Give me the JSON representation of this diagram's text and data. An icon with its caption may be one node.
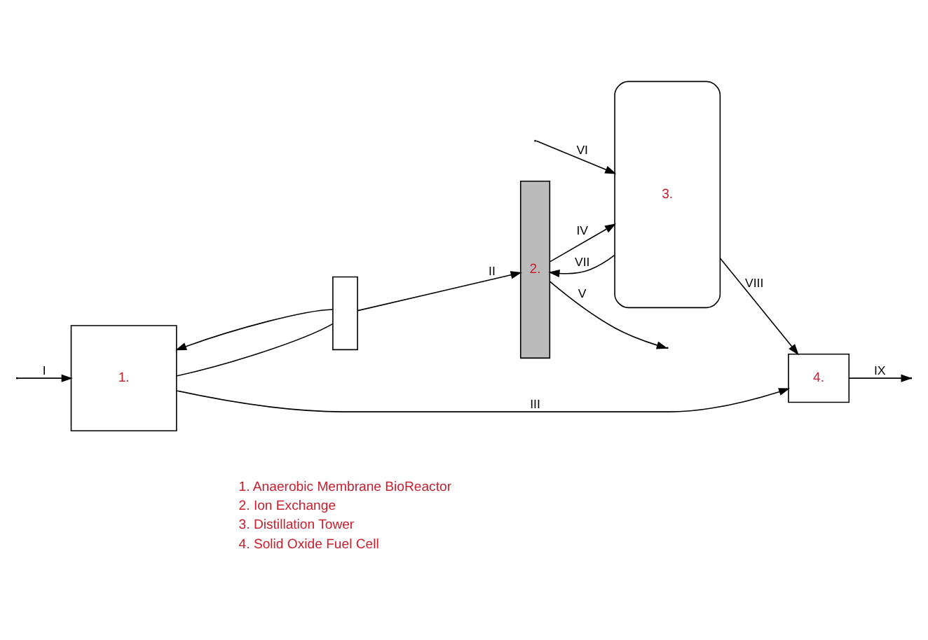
{
  "diagram": {
    "nodes": [
      {
        "text": [
          "1."
        ]
      },
      {
        "text": [],
        "shape": "box"
      },
      {
        "text": [
          "2."
        ]
      },
      {
        "text": [
          "3."
        ]
      },
      {
        "text": [
          "4."
        ]
      }
    ],
    "edges": [
      {
        "from": null,
        "to": 0,
        "arrow": "to",
        "label": "I"
      },
      {
        "from": 0,
        "to": 4,
        "arrow": "to",
        "label": "III"
      },
      {
        "from": 0,
        "to": 1,
        "arrow": "none"
      },
      {
        "from": 1,
        "to": 0,
        "arrow": "to"
      },
      {
        "from": 1,
        "to": 2,
        "arrow": "to",
        "label": "II"
      },
      {
        "from": 2,
        "to": 3,
        "arrow": "to",
        "label": "IV"
      },
      {
        "from": null,
        "to": 3,
        "arrow": "to",
        "label": "VI"
      },
      {
        "from": 2,
        "to": null,
        "arrow": "to",
        "label": "V"
      },
      {
        "from": 3,
        "to": 2,
        "arrow": "to",
        "label": "VII"
      },
      {
        "from": 3,
        "to": 4,
        "arrow": "to",
        "label": "VIII"
      },
      {
        "from": 4,
        "to": null,
        "arrow": "to",
        "label": "IX"
      }
    ],
    "labels": [
      "1. Anaerobic Membrane BioReactor",
      "2. Ion Exchange",
      "3. Distillation Tower",
      "4. Solid Oxide Fuel Cell"
    ]
  }
}
